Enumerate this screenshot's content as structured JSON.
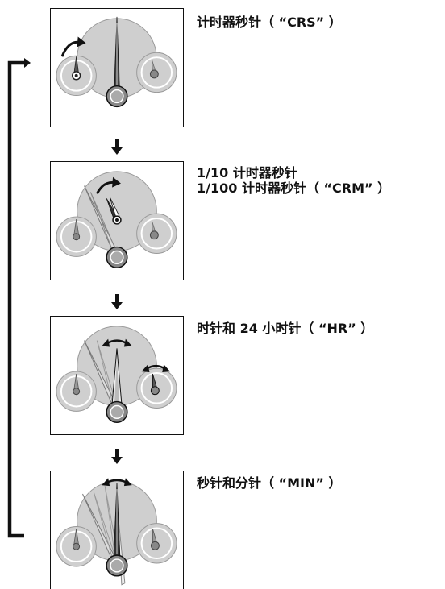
{
  "steps": [
    {
      "label_lines": [
        "计时器秒针（ “CRS” ）"
      ]
    },
    {
      "label_lines": [
        "1/10 计时器秒针",
        "1/100 计时器秒针（ “CRM” ）"
      ]
    },
    {
      "label_lines": [
        "时针和 24 小时针（ “HR” ）"
      ]
    },
    {
      "label_lines": [
        "秒针和分针（ “MIN” ）"
      ]
    }
  ]
}
